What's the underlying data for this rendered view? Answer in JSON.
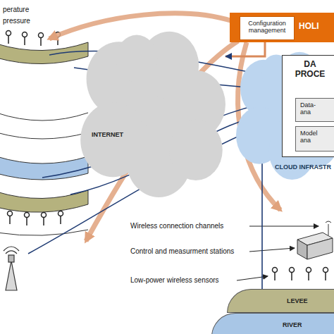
{
  "diagram": {
    "nodes": [
      {
        "text": [
          "HOLI"
        ]
      },
      {
        "text": [
          "Configuration management"
        ],
        "in": 0
      },
      {
        "text": [
          "INTERNET"
        ]
      },
      {
        "text": [
          "CLOUD INFRASTR"
        ]
      },
      {
        "text": [
          "DA PROCE"
        ],
        "in": 3
      },
      {
        "text": [
          "Data- ana"
        ],
        "in": 4
      },
      {
        "text": [
          "Model ana"
        ],
        "in": 4
      },
      {
        "text": [
          "LEVEE"
        ]
      },
      {
        "text": [
          "RIVER"
        ]
      }
    ],
    "edges": [
      {
        "from": 1,
        "to": 2,
        "arrow": "to"
      },
      {
        "from": 7,
        "to": 4,
        "arrow": "to"
      }
    ],
    "labels": [
      "perature",
      "pressure",
      "Wireless connection channels",
      "Control and measurment stations",
      "Low-power wireless sensors"
    ]
  }
}
